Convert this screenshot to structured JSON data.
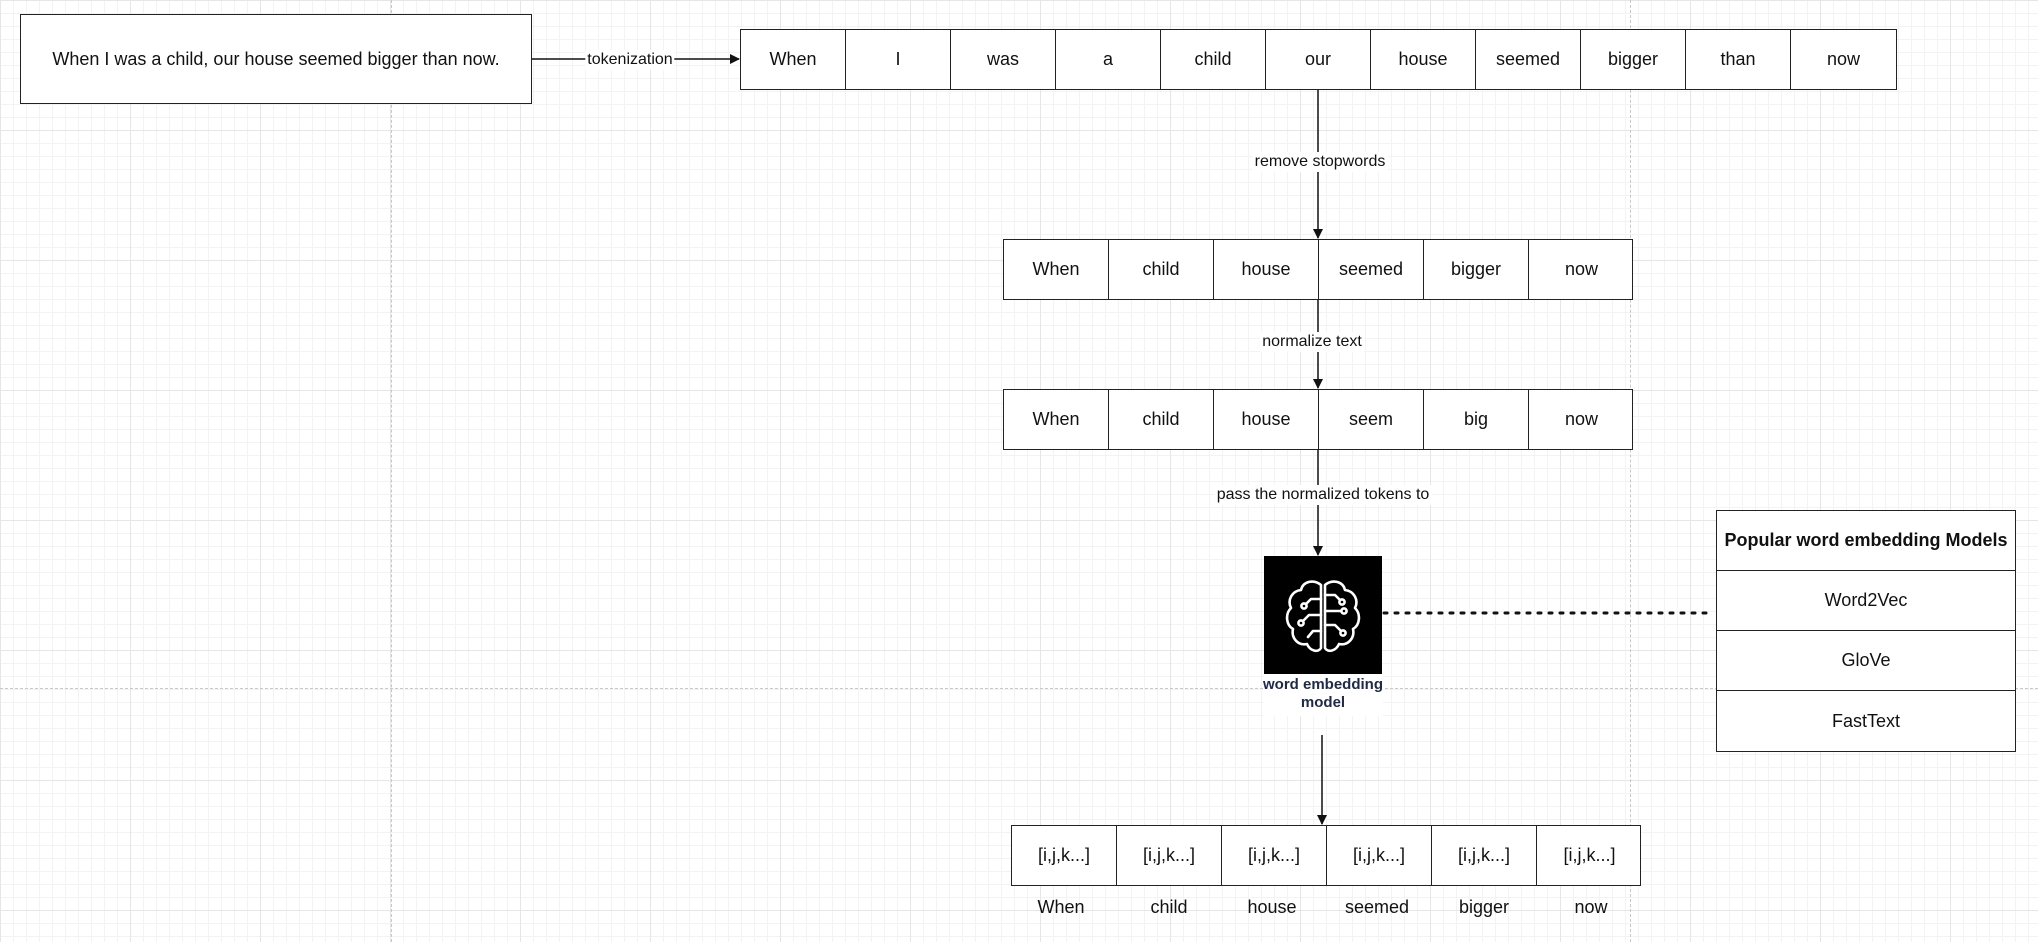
{
  "source_sentence": "When I was a child, our house seemed bigger than now.",
  "steps": {
    "tokenization": "tokenization",
    "remove_stopwords": "remove stopwords",
    "normalize_text": "normalize text",
    "pass_tokens": "pass the normalized tokens to"
  },
  "tokens": [
    "When",
    "I",
    "was",
    "a",
    "child",
    "our",
    "house",
    "seemed",
    "bigger",
    "than",
    "now"
  ],
  "filtered_tokens": [
    "When",
    "child",
    "house",
    "seemed",
    "bigger",
    "now"
  ],
  "normalized_tokens": [
    "When",
    "child",
    "house",
    "seem",
    "big",
    "now"
  ],
  "model": {
    "icon": "brain-circuit-icon",
    "caption": "word embedding model"
  },
  "embeddings": [
    "[i,j,k...]",
    "[i,j,k...]",
    "[i,j,k...]",
    "[i,j,k...]",
    "[i,j,k...]",
    "[i,j,k...]"
  ],
  "embedding_words": [
    "When",
    "child",
    "house",
    "seemed",
    "bigger",
    "now"
  ],
  "popular_models": {
    "title": "Popular word embedding Models",
    "items": [
      "Word2Vec",
      "GloVe",
      "FastText"
    ]
  }
}
